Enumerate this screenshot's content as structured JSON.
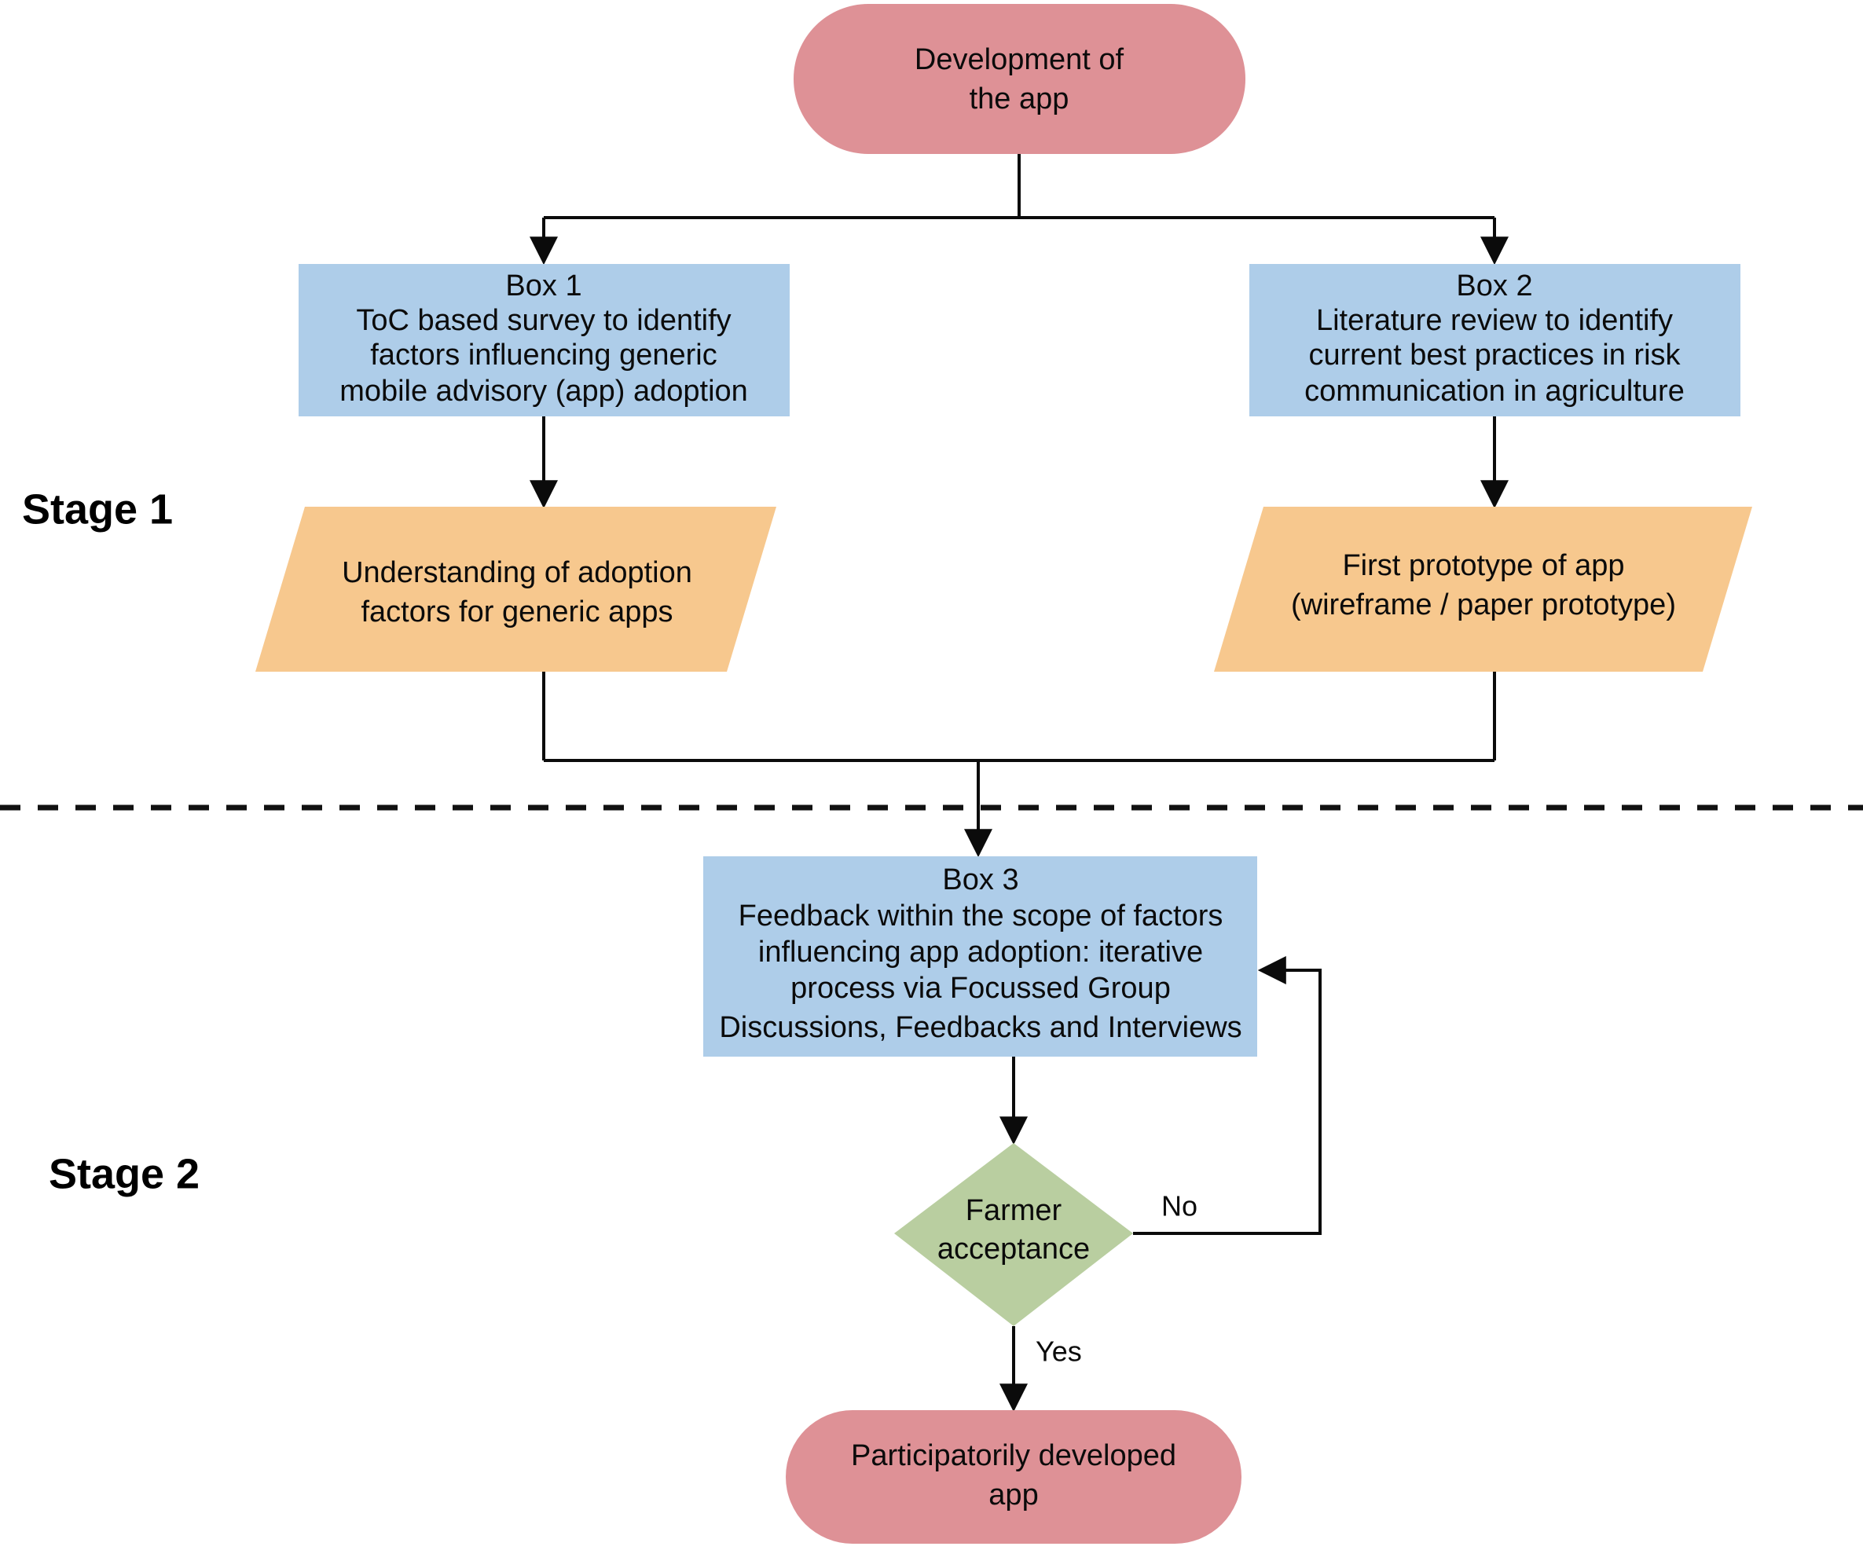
{
  "figure": {
    "kind": "flowchart",
    "background_color": "#ffffff"
  },
  "palette": {
    "terminator_rose": "#DE9196",
    "process_blue": "#AECDE9",
    "output_orange": "#F7C88E",
    "decision_green": "#B9CEA0",
    "connector_black": "#0b0b0b",
    "text_black": "#0b0b0b"
  },
  "stages": [
    {
      "id": "stage1",
      "label": "Stage 1"
    },
    {
      "id": "stage2",
      "label": "Stage 2"
    }
  ],
  "nodes": {
    "start": {
      "shape": "terminator",
      "color": "#DE9196",
      "lines": [
        "Development of",
        "the app"
      ]
    },
    "box1": {
      "shape": "process",
      "color": "#AECDE9",
      "lines": [
        "Box 1",
        "ToC based survey to identify",
        "factors influencing generic",
        "mobile advisory (app) adoption"
      ]
    },
    "box2": {
      "shape": "process",
      "color": "#AECDE9",
      "lines": [
        "Box 2",
        "Literature review to identify",
        "current best practices in risk",
        "communication in agriculture"
      ]
    },
    "output1": {
      "shape": "parallelogram",
      "color": "#F7C88E",
      "lines": [
        "Understanding of adoption",
        "factors for generic apps"
      ]
    },
    "output2": {
      "shape": "parallelogram",
      "color": "#F7C88E",
      "lines": [
        "First prototype of app",
        "(wireframe / paper prototype)"
      ]
    },
    "box3": {
      "shape": "process",
      "color": "#AECDE9",
      "lines": [
        "Box 3",
        "Feedback within the scope of factors",
        "influencing app adoption: iterative",
        "process via Focussed Group",
        "Discussions, Feedbacks and Interviews"
      ]
    },
    "decision": {
      "shape": "diamond",
      "color": "#B9CEA0",
      "lines": [
        "Farmer",
        "acceptance"
      ]
    },
    "end": {
      "shape": "terminator",
      "color": "#DE9196",
      "lines": [
        "Participatorily developed",
        "app"
      ]
    }
  },
  "edge_labels": {
    "no": "No",
    "yes": "Yes"
  }
}
